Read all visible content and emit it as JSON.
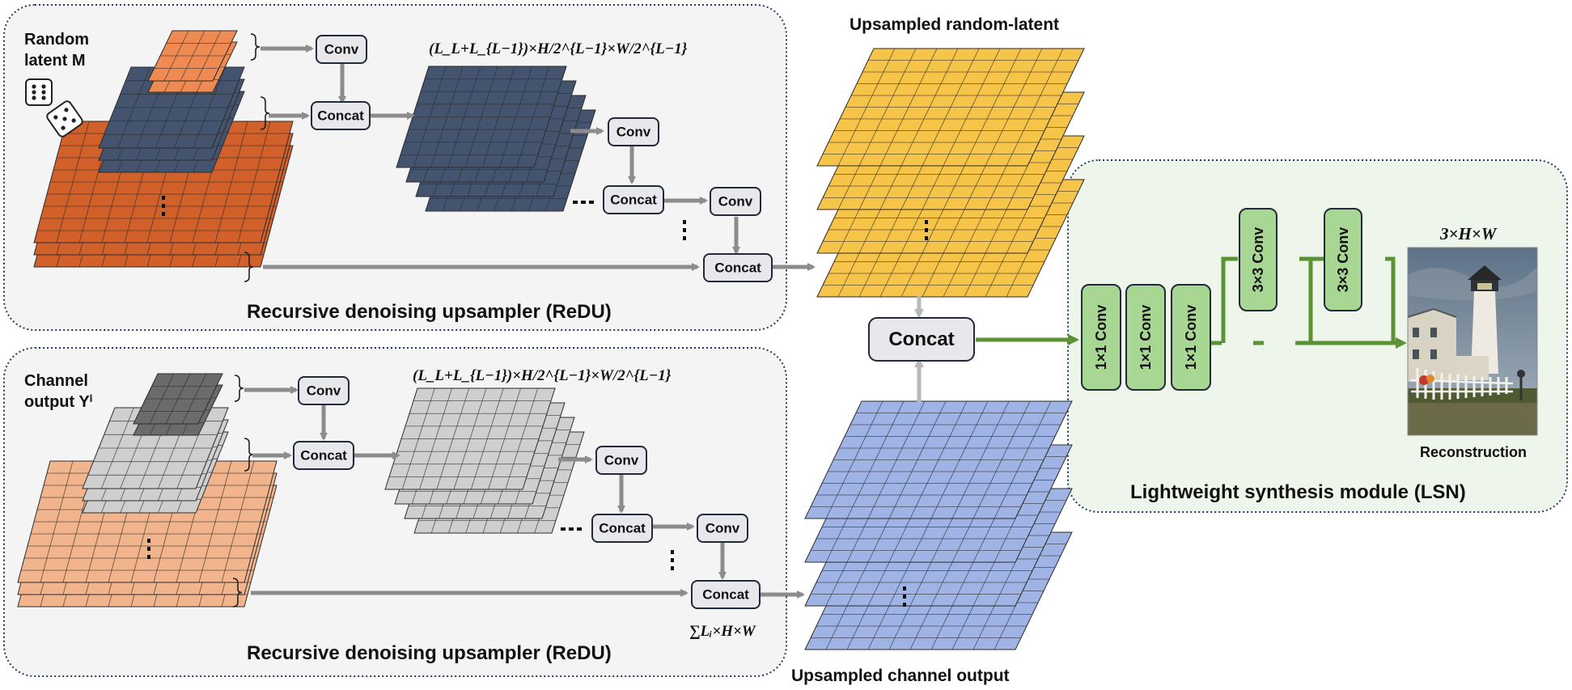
{
  "top_panel": {
    "title": "Recursive denoising upsampler (ReDU)",
    "input_label_line1": "Random",
    "input_label_line2": "latent M",
    "conv": "Conv",
    "concat": "Concat",
    "dims": "(L_L+L_{L−1})×H/2^{L−1}×W/2^{L−1}",
    "output_label": "Upsampled random-latent"
  },
  "bottom_panel": {
    "title": "Recursive denoising upsampler (ReDU)",
    "input_label_line1": "Channel",
    "input_label_line2": "output Yⁱ",
    "conv": "Conv",
    "concat": "Concat",
    "dims": "(L_L+L_{L−1})×H/2^{L−1}×W/2^{L−1}",
    "sum_dims": "∑Lᵢ×H×W",
    "output_label": "Upsampled channel output"
  },
  "middle": {
    "concat": "Concat"
  },
  "lsn": {
    "title": "Lightweight synthesis module (LSN)",
    "conv1x1": "1×1 Conv",
    "conv3x3": "3×3 Conv",
    "output_dims": "3×H×W",
    "output_label": "Reconstruction"
  },
  "colors": {
    "orange": "#d2602a",
    "orange_light": "#ef8a52",
    "navy": "#44546f",
    "peach": "#f2b48c",
    "gray_light": "#cfcfcf",
    "gray_dark": "#6b6b6b",
    "yellow": "#f7c44a",
    "blue": "#9fb3e5",
    "green_box": "#a7d792",
    "green_arrow": "#5a9234"
  }
}
